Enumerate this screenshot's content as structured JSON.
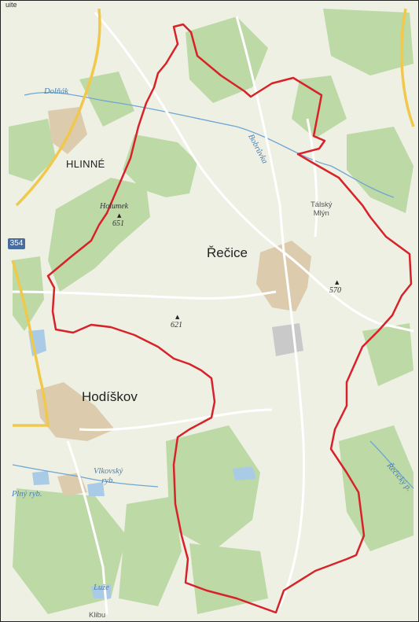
{
  "map": {
    "labels": {
      "top_left_cut": "uite",
      "dolnak": "Dolňák",
      "hlinne": "HLINNÉ",
      "holumek": "Holumek",
      "peak_651": "651",
      "road_number": "354",
      "recice": "Řečice",
      "talsky": "Tálský",
      "mlyn": "Mlýn",
      "bobruvka": "Bobrůvka",
      "peak_570": "570",
      "peak_621": "621",
      "hodiskov": "Hodíškov",
      "vlkovsky_1": "Vlkovský",
      "vlkovsky_2": "ryb.",
      "plny": "Plný ryb.",
      "luze": "Luže",
      "klibu": "Klibu",
      "recicky": "Řečický p."
    },
    "colors": {
      "background": "#eef0e4",
      "forest": "#b9d8a4",
      "water": "#a9cbe6",
      "road_main": "#f2d36a",
      "road_minor": "#ffffff",
      "boundary": "#d8222a",
      "settlement": "#d9c7a8"
    }
  }
}
